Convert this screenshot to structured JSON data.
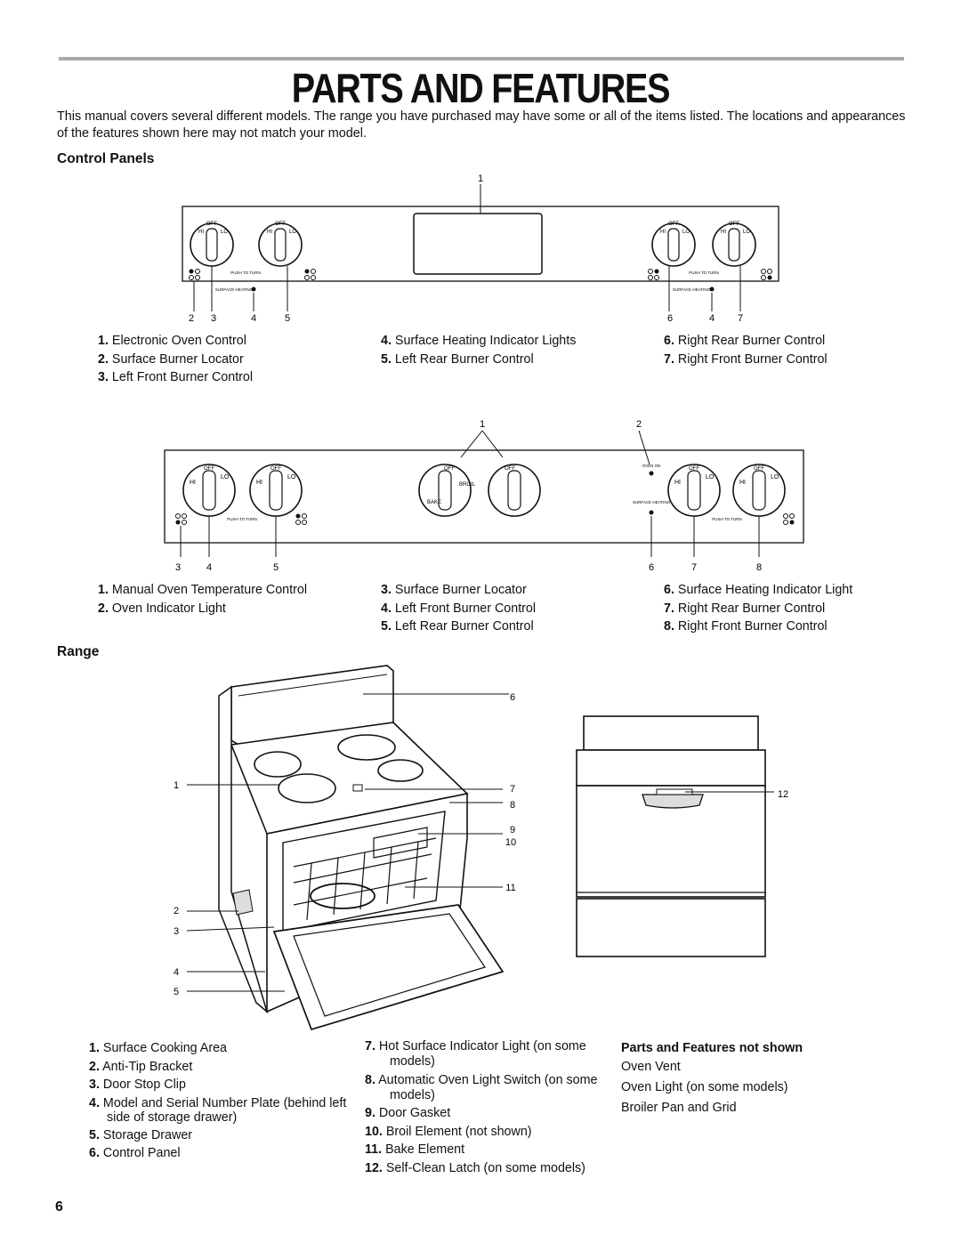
{
  "title": "PARTS AND FEATURES",
  "intro": "This manual covers several different models. The range you have purchased may have some or all of the items listed. The locations and appearances of the features shown here may not match your model.",
  "control_panels": {
    "heading": "Control Panels",
    "panel1": {
      "callouts": [
        "1",
        "2",
        "3",
        "4",
        "5",
        "6",
        "4",
        "7"
      ],
      "dial_labels": {
        "off": "OFF",
        "hi": "HI",
        "lo": "LO",
        "push": "PUSH TO TURN",
        "surface_heating": "SURFACE HEATING"
      },
      "legend": [
        {
          "num": "1.",
          "text": "Electronic Oven Control"
        },
        {
          "num": "2.",
          "text": "Surface Burner Locator"
        },
        {
          "num": "3.",
          "text": "Left Front Burner Control"
        },
        {
          "num": "4.",
          "text": "Surface Heating Indicator Lights"
        },
        {
          "num": "5.",
          "text": "Left Rear Burner Control"
        },
        {
          "num": "6.",
          "text": "Right Rear Burner Control"
        },
        {
          "num": "7.",
          "text": "Right Front Burner Control"
        }
      ]
    },
    "panel2": {
      "callouts": [
        "1",
        "2",
        "3",
        "4",
        "5",
        "6",
        "7",
        "8"
      ],
      "dial_labels": {
        "off": "OFF",
        "hi": "HI",
        "lo": "LO",
        "bake": "BAKE",
        "broil": "BROIL",
        "push": "PUSH TO TURN",
        "oven_on": "OVEN ON",
        "surface_heating": "SURFACE HEATING"
      },
      "legend": [
        {
          "num": "1.",
          "text": "Manual Oven Temperature Control"
        },
        {
          "num": "2.",
          "text": "Oven Indicator Light"
        },
        {
          "num": "3.",
          "text": "Surface Burner Locator"
        },
        {
          "num": "4.",
          "text": "Left Front Burner Control"
        },
        {
          "num": "5.",
          "text": "Left Rear Burner Control"
        },
        {
          "num": "6.",
          "text": "Surface Heating Indicator Light"
        },
        {
          "num": "7.",
          "text": "Right Rear Burner Control"
        },
        {
          "num": "8.",
          "text": "Right Front Burner Control"
        }
      ]
    }
  },
  "range": {
    "heading": "Range",
    "callouts": [
      "6",
      "1",
      "7",
      "8",
      "9",
      "10",
      "11",
      "2",
      "3",
      "4",
      "5",
      "12"
    ],
    "legend": [
      {
        "num": "1.",
        "text": "Surface Cooking Area"
      },
      {
        "num": "2.",
        "text": "Anti-Tip Bracket"
      },
      {
        "num": "3.",
        "text": "Door Stop Clip"
      },
      {
        "num": "4.",
        "text": "Model and Serial Number Plate (behind left side of storage drawer)"
      },
      {
        "num": "5.",
        "text": "Storage Drawer"
      },
      {
        "num": "6.",
        "text": "Control Panel"
      },
      {
        "num": "7.",
        "text": "Hot Surface Indicator Light (on some models)"
      },
      {
        "num": "8.",
        "text": "Automatic Oven Light Switch (on some models)"
      },
      {
        "num": "9.",
        "text": "Door Gasket"
      },
      {
        "num": "10.",
        "text": "Broil Element (not shown)"
      },
      {
        "num": "11.",
        "text": "Bake Element"
      },
      {
        "num": "12.",
        "text": "Self-Clean Latch (on some models)"
      }
    ],
    "not_shown": {
      "heading": "Parts and Features not shown",
      "items": [
        "Oven Vent",
        "Oven Light (on some models)",
        "Broiler Pan and Grid"
      ]
    }
  },
  "page_number": "6"
}
